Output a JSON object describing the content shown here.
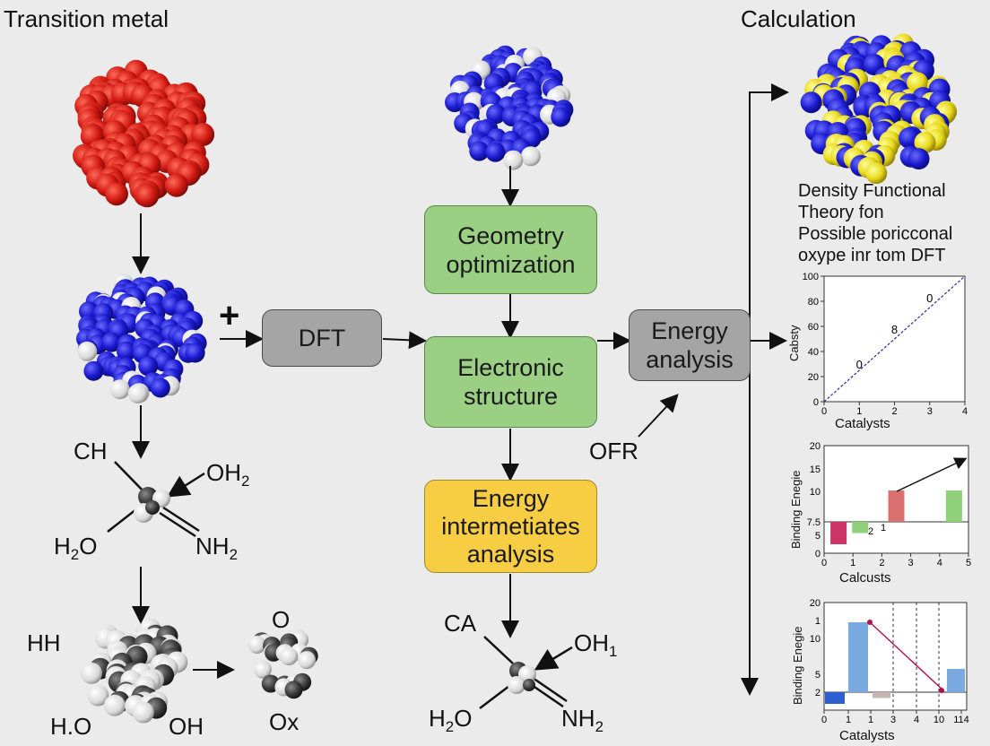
{
  "labels": {
    "transition_metal": "Transition metal",
    "calculation": "Calculation",
    "plus": "+",
    "dft": "DFT",
    "geometry_optimization": "Geometry optimization",
    "electronic_structure": "Electronic structure",
    "energy_analysis": "Energy analysis",
    "energy_intermediates_analysis": "Energy intermetiates analysis",
    "ofr": "OFR",
    "dft_description": [
      "Density Functional",
      "Theory fon",
      "Possible poricconal",
      "oxype inr tom DFT"
    ]
  },
  "molecule_left": {
    "top": "CH",
    "right": "OH2",
    "left": "H2O",
    "bottom": "NH2"
  },
  "molecule_center": {
    "top": "CA",
    "right": "OH1",
    "left": "H2O",
    "bottom": "NH2"
  },
  "cluster_bottom": {
    "left": "HH",
    "bottom_left": "H.O",
    "bottom_right": "OH",
    "product_label": "Ox",
    "product_top": "O"
  },
  "colors": {
    "red": "#d11a12",
    "blue": "#1a1ad0",
    "white": "#e8e8e8",
    "yellow": "#e8d81a",
    "green_box": "#9bcf84",
    "yellow_box": "#f7cd43",
    "gray_box": "#a5a5a5"
  },
  "chart_data": [
    {
      "type": "scatter",
      "title": "",
      "xlabel": "Catalysts",
      "ylabel": "Cabsty",
      "xlim": [
        0,
        4
      ],
      "ylim": [
        0,
        100
      ],
      "xticks": [
        "0",
        "1",
        "2",
        "3",
        "4"
      ],
      "yticks": [
        "0",
        "20",
        "40",
        "60",
        "80",
        "100"
      ],
      "points": [
        {
          "x": 1.0,
          "y": 30,
          "label": "0"
        },
        {
          "x": 2.0,
          "y": 58,
          "label": "8"
        },
        {
          "x": 3.0,
          "y": 83,
          "label": "0"
        }
      ],
      "trend": [
        [
          0,
          0
        ],
        [
          4,
          100
        ]
      ]
    },
    {
      "type": "bar",
      "title": "",
      "xlabel": "Calcusts",
      "ylabel": "Binding Enegie",
      "xlim": [
        0,
        5
      ],
      "ylim": [
        0,
        20
      ],
      "xticks": [
        "0",
        "1",
        "2",
        "3",
        "4",
        "5"
      ],
      "yticks": [
        "0",
        "5",
        "7.5",
        "10",
        "15",
        "20"
      ],
      "bars": [
        {
          "x": 0.5,
          "value": -5,
          "color": "#cc3366"
        },
        {
          "x": 1.25,
          "value": -2.5,
          "color": "#8fd07a"
        },
        {
          "x": 2.5,
          "value": 7,
          "color": "#d87070"
        },
        {
          "x": 4.5,
          "value": 7,
          "color": "#8fd07a"
        }
      ],
      "annotations": [
        "2",
        "1"
      ]
    },
    {
      "type": "bar",
      "title": "",
      "xlabel": "Catalysts",
      "ylabel": "Binding Enegie",
      "yticks": [
        "2",
        "5",
        "10",
        "1",
        "20"
      ],
      "xticks": [
        "0",
        "1",
        "1",
        "3",
        "4",
        "10",
        "114"
      ],
      "bars": [
        {
          "label": "0",
          "value": -2,
          "color": "#2e5fd0"
        },
        {
          "label": "1",
          "value": 12,
          "color": "#7aaae0"
        },
        {
          "label": "3",
          "value": -1,
          "color": "#c8b4b4"
        },
        {
          "label": "114",
          "value": 4,
          "color": "#7aaae0"
        }
      ]
    }
  ]
}
